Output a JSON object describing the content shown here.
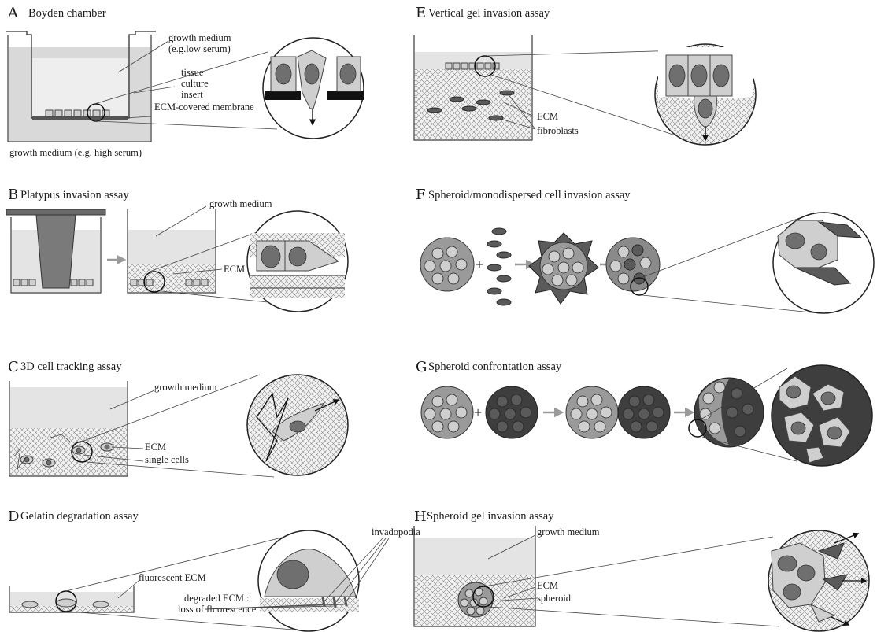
{
  "panels": {
    "A": {
      "letter": "A",
      "title": "Boyden chamber",
      "labels": [
        "growth medium",
        "(e.g.low serum)",
        "tissue",
        "culture",
        "insert",
        "ECM-covered membrane",
        "growth medium (e.g. high serum)"
      ]
    },
    "B": {
      "letter": "B",
      "title": "Platypus invasion assay",
      "labels": [
        "growth medium",
        "ECM"
      ]
    },
    "C": {
      "letter": "C",
      "title": "3D cell tracking assay",
      "labels": [
        "growth medium",
        "ECM",
        "single cells"
      ]
    },
    "D": {
      "letter": "D",
      "title": "Gelatin degradation assay",
      "labels": [
        "fluorescent ECM",
        "degraded ECM :",
        "loss of fluorescence",
        "invadopodia"
      ]
    },
    "E": {
      "letter": "E",
      "title": "Vertical gel invasion assay",
      "labels": [
        "ECM",
        "fibroblasts"
      ]
    },
    "F": {
      "letter": "F",
      "title": "Spheroid/monodispersed cell invasion assay",
      "labels": [
        "+"
      ]
    },
    "G": {
      "letter": "G",
      "title": "Spheroid confrontation assay",
      "labels": [
        "+"
      ]
    },
    "H": {
      "letter": "H",
      "title": "Spheroid gel invasion assay",
      "labels": [
        "growth medium",
        "ECM",
        "spheroid"
      ]
    }
  },
  "colors": {
    "medium": "#e2e2e2",
    "cell_light": "#cfcfcf",
    "nucleus": "#6f6f6f",
    "cell_dark": "#5a5a5a",
    "arrow": "#9a9a9a"
  }
}
